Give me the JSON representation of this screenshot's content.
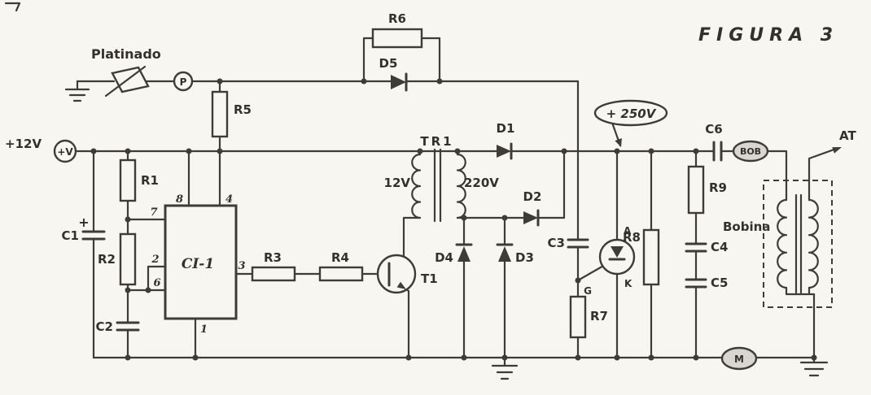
{
  "figure": {
    "title": "FIGURA 3"
  },
  "colors": {
    "ink": "#3e3c35",
    "paper": "#f7f6f1"
  },
  "source": {
    "label": "+12V",
    "terminal": "+V"
  },
  "breaker": {
    "label": "Platinado",
    "terminal": "P"
  },
  "resistors": {
    "r1": "R1",
    "r2": "R2",
    "r3": "R3",
    "r4": "R4",
    "r5": "R5",
    "r6": "R6",
    "r7": "R7",
    "r8": "R8",
    "r9": "R9"
  },
  "capacitors": {
    "c1": "C1",
    "c1_polarity": "+",
    "c2": "C2",
    "c3": "C3",
    "c4": "C4",
    "c5": "C5",
    "c6": "C6"
  },
  "diodes": {
    "d1": "D1",
    "d2": "D2",
    "d3": "D3",
    "d4": "D4",
    "d5": "D5"
  },
  "ic": {
    "name": "CI-1",
    "pin1": "1",
    "pin2": "2",
    "pin3": "3",
    "pin4": "4",
    "pin6": "6",
    "pin7": "7",
    "pin8": "8"
  },
  "transistor": {
    "t1": "T1"
  },
  "transformer": {
    "name": "TR1",
    "primary_voltage": "12V",
    "secondary_voltage": "220V"
  },
  "scr": {
    "anode": "A",
    "gate": "G",
    "cathode": "K"
  },
  "hv_node": {
    "label": "+ 250V"
  },
  "coil": {
    "name": "Bobina",
    "terminal": "BOB",
    "output": "AT"
  },
  "motor_terminal": {
    "label": "M"
  }
}
